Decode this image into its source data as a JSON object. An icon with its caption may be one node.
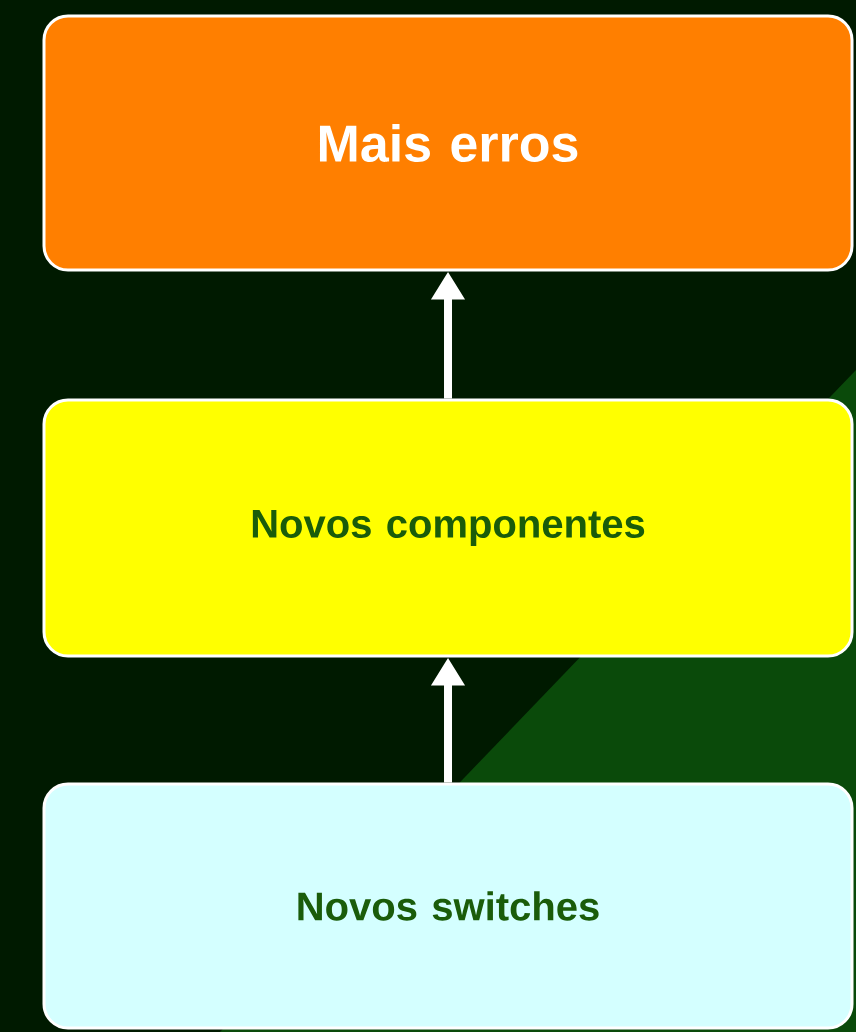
{
  "diagram": {
    "nodes": [
      {
        "text": [
          "Mais erros"
        ]
      },
      {
        "text": [
          "Novos componentes"
        ]
      },
      {
        "text": [
          "Novos switches"
        ]
      }
    ],
    "edges": [
      {
        "from": 1,
        "to": 0,
        "arrow": "to"
      },
      {
        "from": 2,
        "to": 1,
        "arrow": "to"
      }
    ]
  }
}
